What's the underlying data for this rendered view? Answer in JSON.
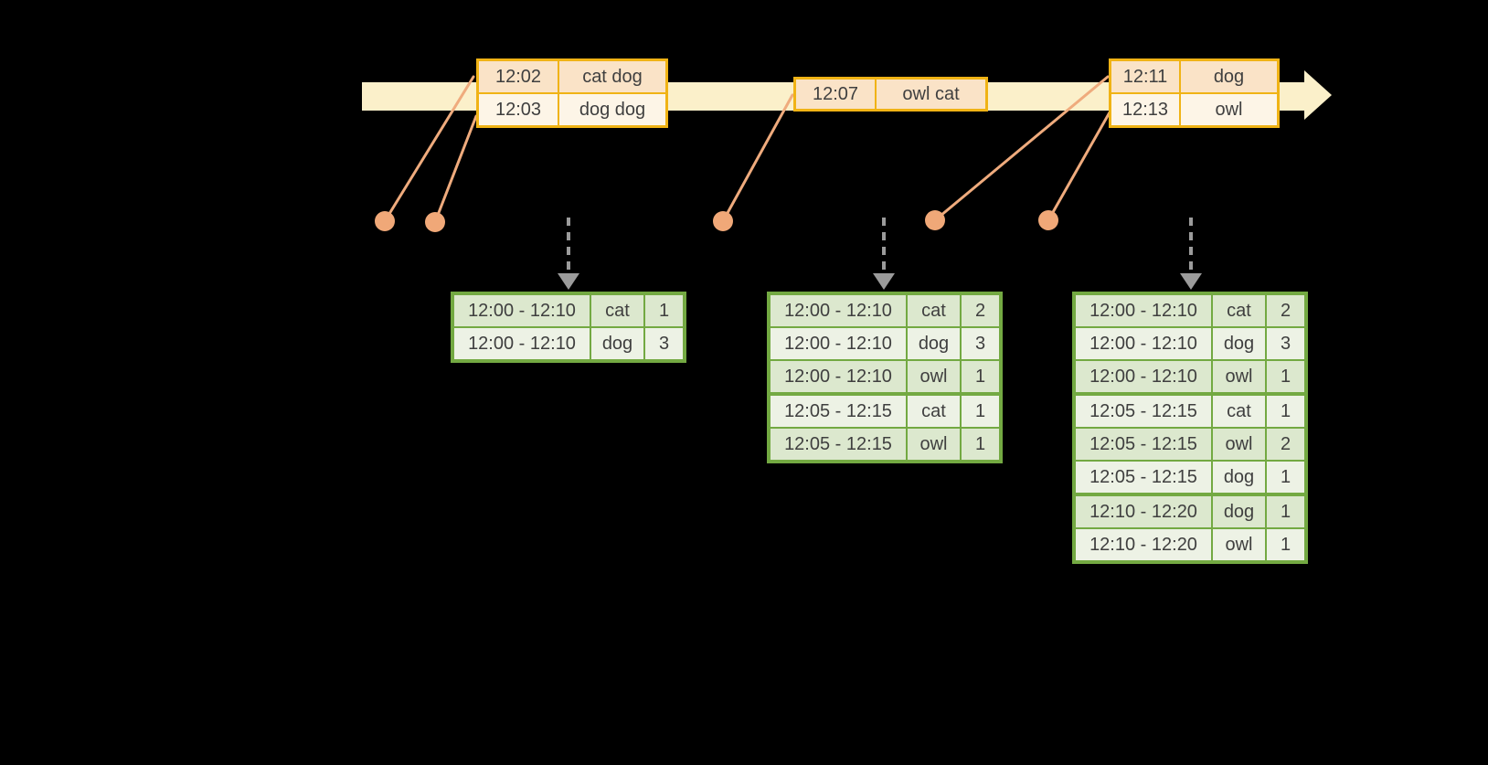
{
  "colors": {
    "background": "#000000",
    "timeline_fill": "#FBF0CA",
    "event_table_border": "#F0B315",
    "event_row_dark": "#FAE3C7",
    "event_row_light": "#FDF5E7",
    "connector_and_dots": "#F0A878",
    "result_table_border": "#73A942",
    "result_row_dark": "#DCE8CE",
    "result_row_light": "#EDF2E5",
    "dashed_arrow": "#9B9B9B",
    "text": "#3F3F3F"
  },
  "event_tables": [
    {
      "rows": [
        {
          "time": "12:02",
          "words": "cat dog"
        },
        {
          "time": "12:03",
          "words": "dog dog"
        }
      ]
    },
    {
      "rows": [
        {
          "time": "12:07",
          "words": "owl cat"
        }
      ]
    },
    {
      "rows": [
        {
          "time": "12:11",
          "words": "dog"
        },
        {
          "time": "12:13",
          "words": "owl"
        }
      ]
    }
  ],
  "result_tables": [
    {
      "rows": [
        {
          "window": "12:00 - 12:10",
          "word": "cat",
          "count": "1"
        },
        {
          "window": "12:00 - 12:10",
          "word": "dog",
          "count": "3"
        }
      ]
    },
    {
      "rows": [
        {
          "window": "12:00 - 12:10",
          "word": "cat",
          "count": "2"
        },
        {
          "window": "12:00 - 12:10",
          "word": "dog",
          "count": "3"
        },
        {
          "window": "12:00 - 12:10",
          "word": "owl",
          "count": "1"
        },
        {
          "window": "12:05 - 12:15",
          "word": "cat",
          "count": "1"
        },
        {
          "window": "12:05 - 12:15",
          "word": "owl",
          "count": "1"
        }
      ]
    },
    {
      "rows": [
        {
          "window": "12:00 - 12:10",
          "word": "cat",
          "count": "2"
        },
        {
          "window": "12:00 - 12:10",
          "word": "dog",
          "count": "3"
        },
        {
          "window": "12:00 - 12:10",
          "word": "owl",
          "count": "1"
        },
        {
          "window": "12:05 - 12:15",
          "word": "cat",
          "count": "1"
        },
        {
          "window": "12:05 - 12:15",
          "word": "owl",
          "count": "2"
        },
        {
          "window": "12:05 - 12:15",
          "word": "dog",
          "count": "1"
        },
        {
          "window": "12:10 - 12:20",
          "word": "dog",
          "count": "1"
        },
        {
          "window": "12:10 - 12:20",
          "word": "owl",
          "count": "1"
        }
      ]
    }
  ]
}
